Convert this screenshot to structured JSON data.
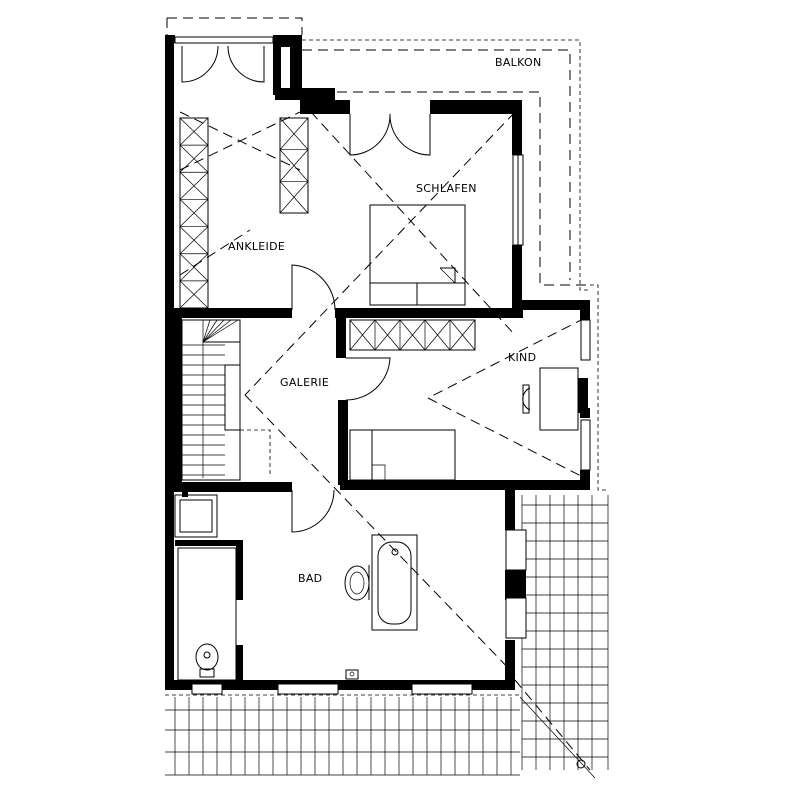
{
  "plan": {
    "title": "",
    "rooms": {
      "balkon": "BALKON",
      "schlafen": "SCHLAFEN",
      "ankleide": "ANKLEIDE",
      "galerie": "GALERIE",
      "kind": "KIND",
      "bad": "BAD"
    }
  }
}
